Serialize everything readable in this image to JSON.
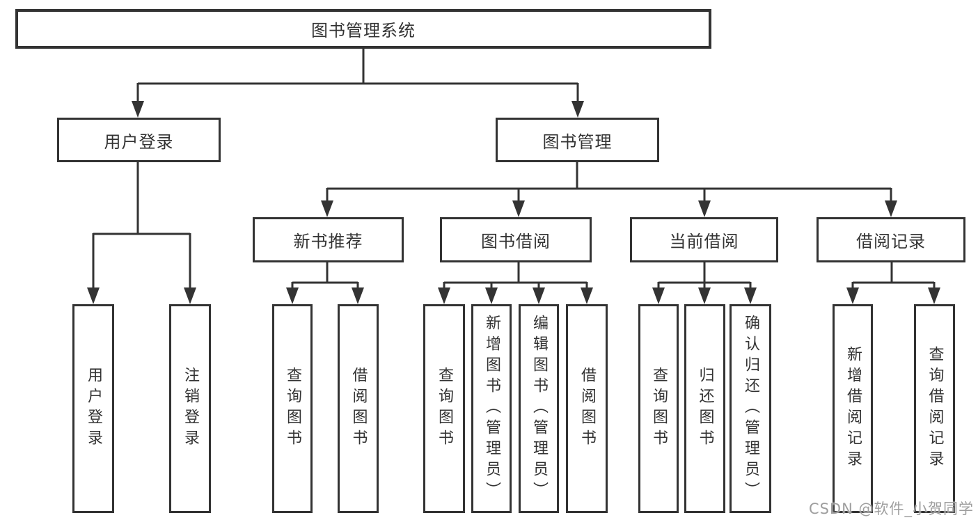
{
  "diagram": {
    "title": "图书管理系统",
    "nodes": {
      "root": {
        "label": "图书管理系统"
      },
      "user_login": {
        "label": "用户登录"
      },
      "book_mgmt": {
        "label": "图书管理"
      },
      "new_book_rec": {
        "label": "新书推荐"
      },
      "book_borrow": {
        "label": "图书借阅"
      },
      "current_borrow": {
        "label": "当前借阅"
      },
      "borrow_records": {
        "label": "借阅记录"
      },
      "leaf_user_login": {
        "label": "用户登录"
      },
      "leaf_logout": {
        "label": "注销登录"
      },
      "rec_query_book": {
        "label": "查询图书"
      },
      "rec_borrow_book": {
        "label": "借阅图书"
      },
      "bb_query_book": {
        "label": "查询图书"
      },
      "bb_add_book": {
        "label": "新增图书（管理员）"
      },
      "bb_edit_book": {
        "label": "编辑图书（管理员）"
      },
      "bb_borrow_book": {
        "label": "借阅图书"
      },
      "cb_query_book": {
        "label": "查询图书"
      },
      "cb_return_book": {
        "label": "归还图书"
      },
      "cb_confirm_return": {
        "label": "确认归还（管理员）"
      },
      "br_add_record": {
        "label": "新增借阅记录"
      },
      "br_query_record": {
        "label": "查询借阅记录"
      }
    },
    "edges": [
      {
        "from": "图书管理系统",
        "to": [
          "用户登录",
          "图书管理"
        ]
      },
      {
        "from": "用户登录",
        "to": [
          "用户登录",
          "注销登录"
        ]
      },
      {
        "from": "图书管理",
        "to": [
          "新书推荐",
          "图书借阅",
          "当前借阅",
          "借阅记录"
        ]
      },
      {
        "from": "新书推荐",
        "to": [
          "查询图书",
          "借阅图书"
        ]
      },
      {
        "from": "图书借阅",
        "to": [
          "查询图书",
          "新增图书（管理员）",
          "编辑图书（管理员）",
          "借阅图书"
        ]
      },
      {
        "from": "当前借阅",
        "to": [
          "查询图书",
          "归还图书",
          "确认归还（管理员）"
        ]
      },
      {
        "from": "借阅记录",
        "to": [
          "新增借阅记录",
          "查询借阅记录"
        ]
      }
    ],
    "colors": {
      "line": "#333333",
      "box_border": "#333333",
      "box_fill": "#ffffff",
      "text": "#333333",
      "watermark": "#9e9e9e",
      "background": "#ffffff"
    }
  },
  "watermark": {
    "text": "CSDN @软件_小贺同学"
  }
}
